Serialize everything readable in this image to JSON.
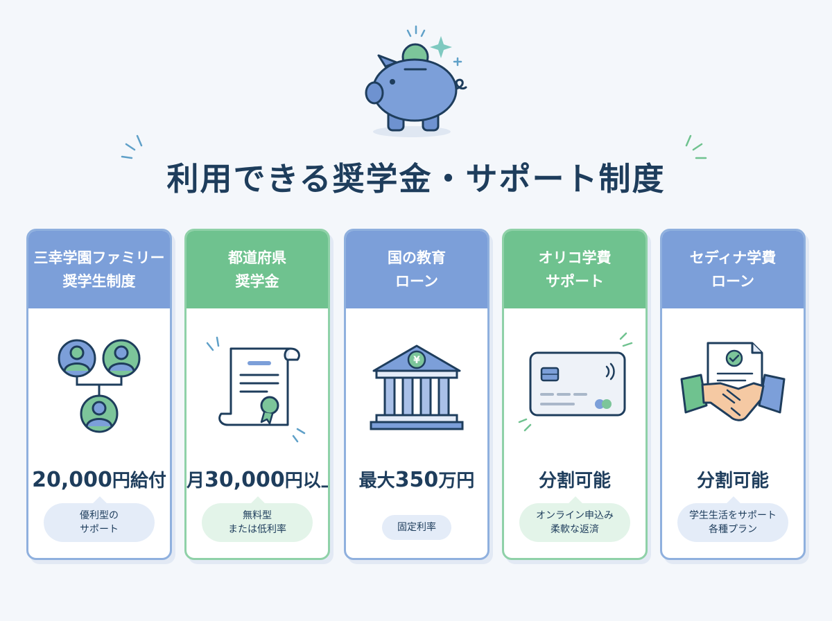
{
  "page": {
    "title": "利用できる奨学金・サポート制度",
    "colors": {
      "blue": "#7c9fd9",
      "green": "#6fc28f",
      "navy": "#1e3d5c",
      "page_bg": "#f4f7fb"
    },
    "hero_icon": "piggy-bank-icon"
  },
  "cards": [
    {
      "theme": "blue",
      "header": [
        "三幸学園ファミリー",
        "奨学生制度"
      ],
      "icon": "family-members-icon",
      "amount_main": "20,000",
      "amount_suffix": "円給付",
      "note": [
        "優利型の",
        "サポート"
      ]
    },
    {
      "theme": "green",
      "header": [
        "都道府県",
        "奨学金"
      ],
      "icon": "certificate-scroll-icon",
      "amount_prefix": "月",
      "amount_main": "30,000",
      "amount_suffix": "円以上",
      "note": [
        "無料型",
        "または低利率"
      ]
    },
    {
      "theme": "blue",
      "header": [
        "国の教育",
        "ローン"
      ],
      "icon": "bank-yen-icon",
      "amount_prefix": "最大",
      "amount_main": "350",
      "amount_suffix": "万円",
      "note": [
        "固定利率"
      ]
    },
    {
      "theme": "green",
      "header": [
        "オリコ学費",
        "サポート"
      ],
      "icon": "credit-card-icon",
      "amount_main": "分割可能",
      "note": [
        "オンライン申込み",
        "柔軟な返済"
      ]
    },
    {
      "theme": "blue",
      "header": [
        "セディナ学費",
        "ローン"
      ],
      "icon": "handshake-contract-icon",
      "amount_main": "分割可能",
      "note": [
        "学生生活をサポート",
        "各種プラン"
      ]
    }
  ]
}
